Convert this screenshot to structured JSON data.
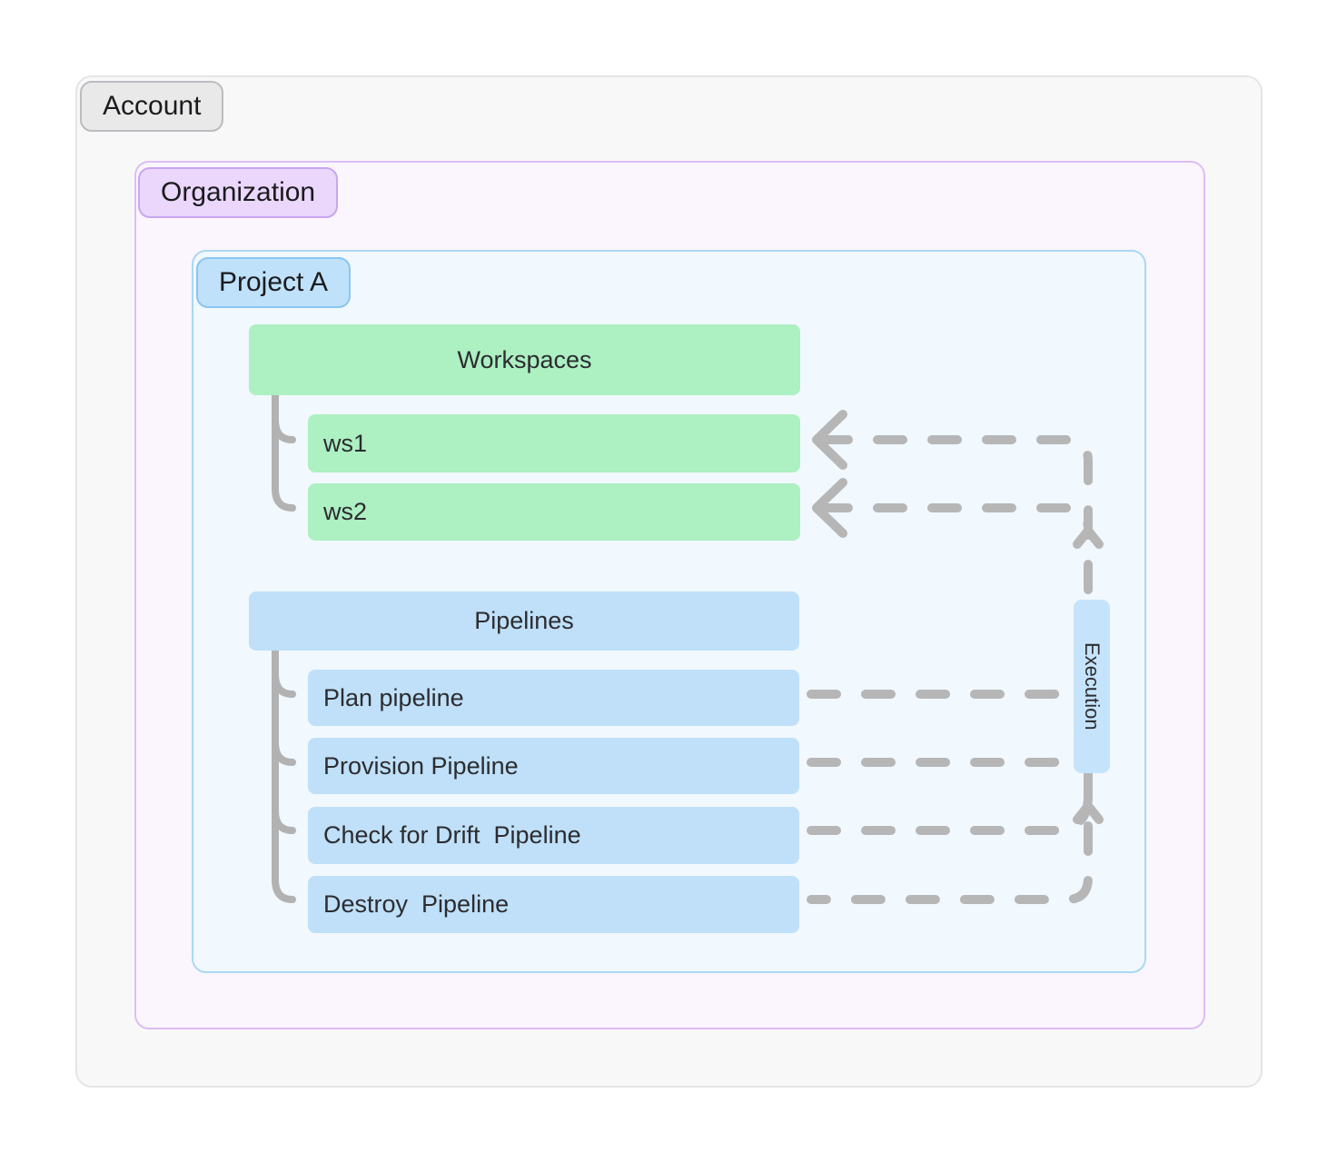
{
  "diagram": {
    "account": {
      "label": "Account"
    },
    "organization": {
      "label": "Organization"
    },
    "project": {
      "label": "Project A"
    },
    "workspaces": {
      "header": "Workspaces",
      "items": [
        {
          "label": "ws1"
        },
        {
          "label": "ws2"
        }
      ]
    },
    "pipelines": {
      "header": "Pipelines",
      "items": [
        {
          "label": "Plan pipeline"
        },
        {
          "label": "Provision Pipeline"
        },
        {
          "label": "Check for Drift  Pipeline"
        },
        {
          "label": "Destroy  Pipeline"
        }
      ]
    },
    "execution": {
      "label": "Execution"
    },
    "colors": {
      "workspace_fill": "#adf0c2",
      "pipeline_fill": "#bfe0f8",
      "execution_fill": "#c5e4fb",
      "account_label_fill": "#e9e9ea",
      "organization_label_fill": "#ead7fb",
      "project_label_fill": "#bfe1fa",
      "account_frame_fill": "#f8f8f9",
      "organization_frame_fill": "#fbf5fd",
      "project_frame_fill": "#f1f8fe",
      "connector_solid": "#b2b2b2",
      "connector_dashed": "#b6b6b6"
    }
  }
}
